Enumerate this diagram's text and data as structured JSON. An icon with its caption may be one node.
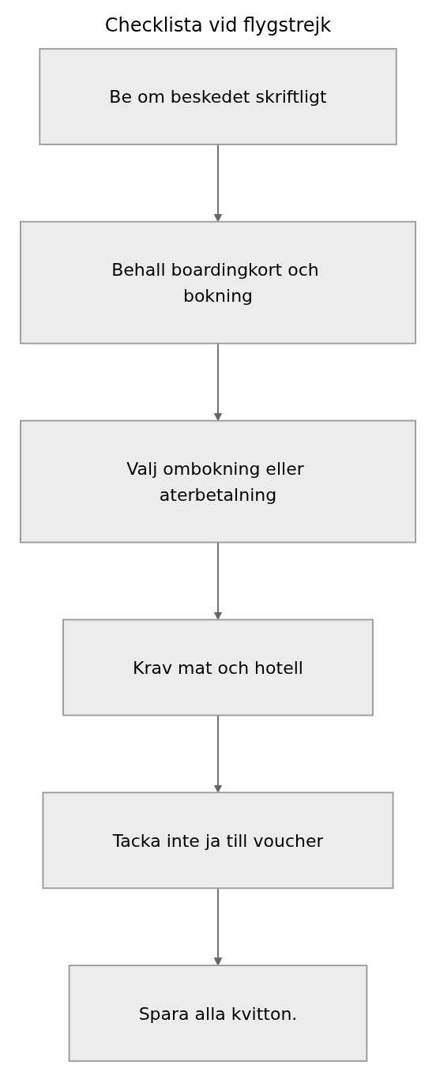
{
  "diagram": {
    "title": "Checklista vid flygstrejk",
    "nodes": [
      {
        "text": [
          "Be om beskedet skriftligt"
        ]
      },
      {
        "text": [
          "Behall boardingkort och bokning"
        ]
      },
      {
        "text": [
          "Valj ombokning eller aterbetalning"
        ]
      },
      {
        "text": [
          "Krav mat och hotell"
        ]
      },
      {
        "text": [
          "Tacka inte ja till voucher"
        ]
      },
      {
        "text": [
          "Spara alla kvitton."
        ]
      }
    ],
    "edges": [
      {
        "from": 0,
        "to": 1,
        "arrow": "to"
      },
      {
        "from": 1,
        "to": 2,
        "arrow": "to"
      },
      {
        "from": 2,
        "to": 3,
        "arrow": "to"
      },
      {
        "from": 3,
        "to": 4,
        "arrow": "to"
      },
      {
        "from": 4,
        "to": 5,
        "arrow": "to"
      }
    ]
  }
}
